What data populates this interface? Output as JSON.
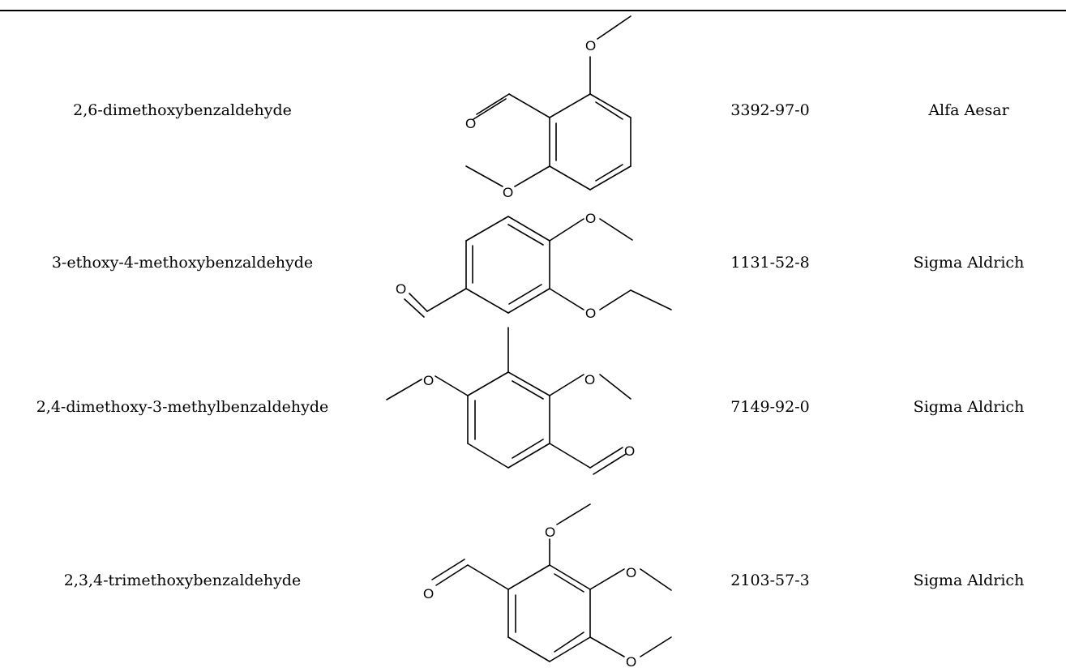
{
  "rows": [
    {
      "name": "2,6-dimethoxybenzaldehyde",
      "cas": "3392-97-0",
      "supplier": "Alfa Aesar"
    },
    {
      "name": "3-ethoxy-4-methoxybenzaldehyde",
      "cas": "1131-52-8",
      "supplier": "Sigma Aldrich"
    },
    {
      "name": "2,4-dimethoxy-3-methylbenzaldehyde",
      "cas": "7149-92-0",
      "supplier": "Sigma Aldrich"
    },
    {
      "name": "2,3,4-trimethoxybenzaldehyde",
      "cas": "2103-57-3",
      "supplier": "Sigma Aldrich"
    }
  ],
  "atom_labels": {
    "oxygen": "O"
  }
}
